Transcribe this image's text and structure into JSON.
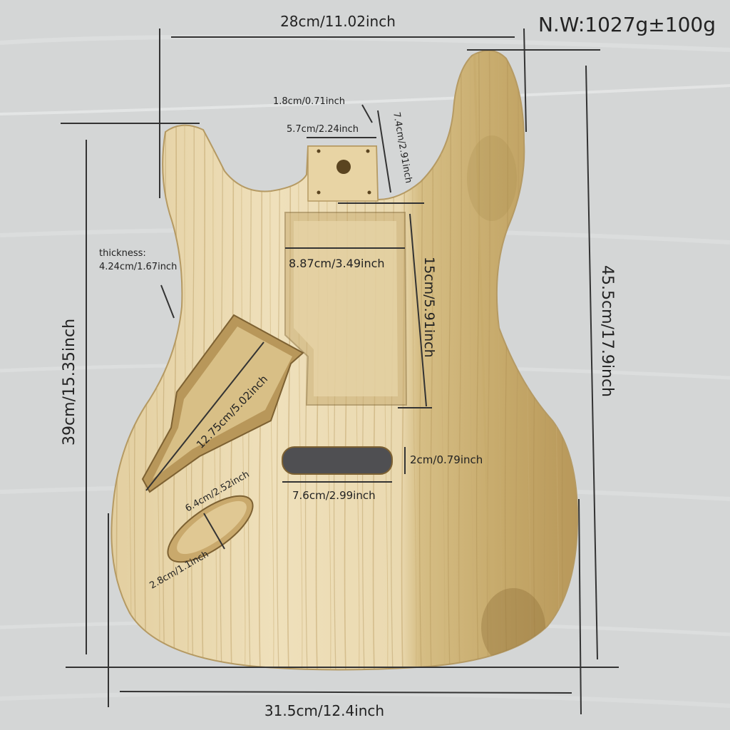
{
  "colors": {
    "background": "#d4d6d6",
    "wood_light": "#eedfb8",
    "wood_mid": "#d9c189",
    "wood_dark": "#a88a4a",
    "text": "#222222",
    "dimension_line": "#333333"
  },
  "labels": {
    "weight": "N.W:1027g±100g",
    "top_width": "28cm/11.02inch",
    "neck_depth_small": "1.8cm/0.71inch",
    "neck_pocket_width": "5.7cm/2.24inch",
    "neck_pocket_length": "7.4cm/2.91inch",
    "thickness_title": "thickness:",
    "thickness_value": "4.24cm/1.67inch",
    "center_cavity_width": "8.87cm/3.49inch",
    "center_cavity_length": "15cm/5.91inch",
    "total_length": "45.5cm/17.9inch",
    "body_length": "39cm/15.35inch",
    "control_cavity": "12.75cm/5.02inch",
    "pickup_height": "2cm/0.79inch",
    "pickup_width": "7.6cm/2.99inch",
    "jack_length": "6.4cm/2.52inch",
    "jack_width": "2.8cm/1.1inch",
    "bottom_width": "31.5cm/12.4inch"
  }
}
